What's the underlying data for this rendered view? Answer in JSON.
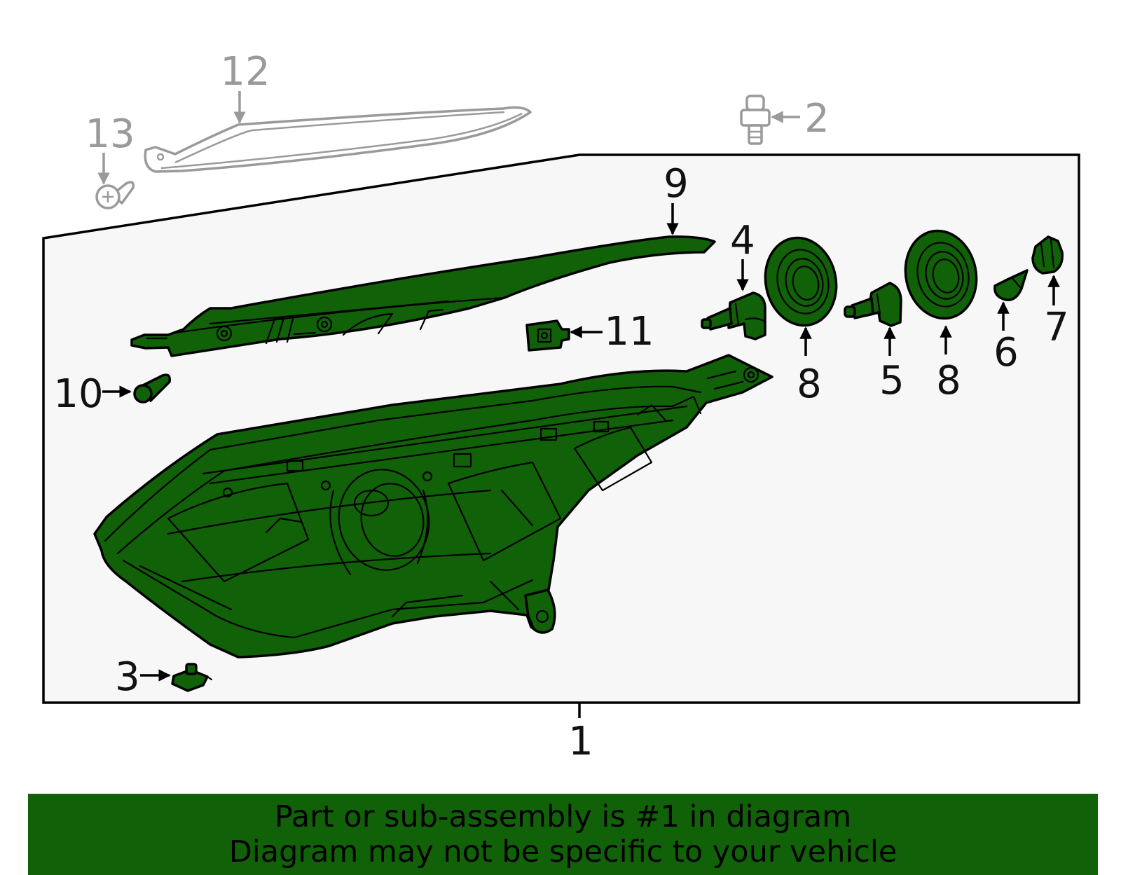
{
  "callouts": {
    "c1": "1",
    "c2": "2",
    "c3": "3",
    "c4": "4",
    "c5": "5",
    "c6": "6",
    "c7": "7",
    "c8a": "8",
    "c8b": "8",
    "c9": "9",
    "c10": "10",
    "c11": "11",
    "c12": "12",
    "c13": "13"
  },
  "footer": {
    "line1": "Part or sub-assembly is #1 in diagram",
    "line2": "Diagram may not be specific to your vehicle"
  },
  "colors": {
    "highlight": "#116108",
    "ghost": "#9a9a9a",
    "panel": "#f7f7f7",
    "banner": "#116108"
  }
}
